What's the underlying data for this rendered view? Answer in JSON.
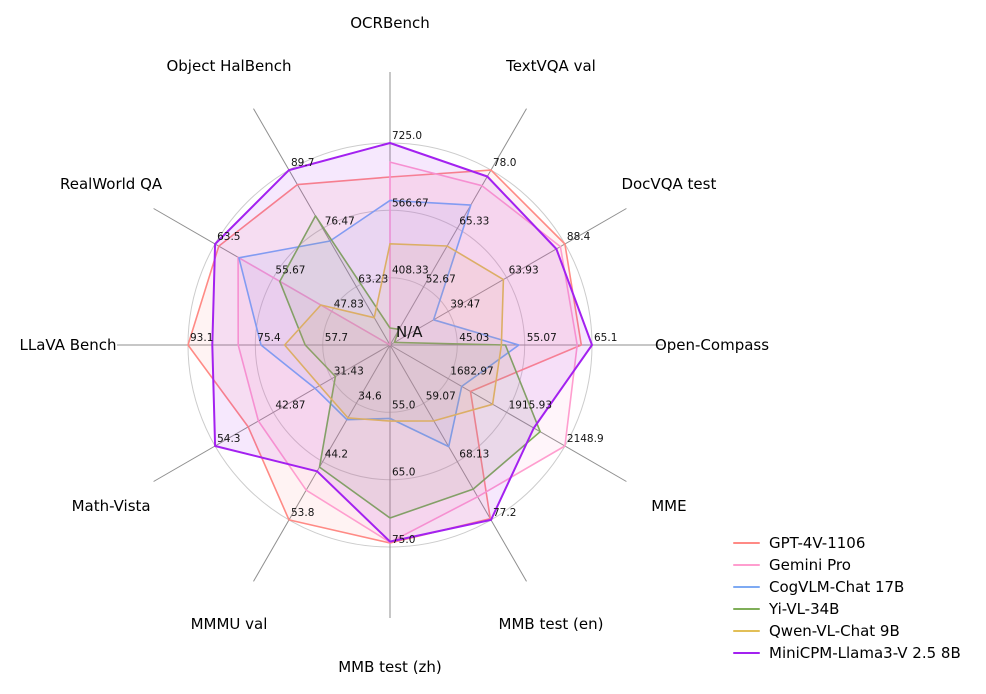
{
  "chart_data": {
    "type": "radar",
    "title": "",
    "center_label": "N/A",
    "grid": true,
    "rings": 3,
    "legend_position": "lower right",
    "style": {
      "background": "#ffffff",
      "ring_color": "#cccccc",
      "spoke_color": "#8f8f8f",
      "fill_opacity": 0.1
    },
    "axes": [
      {
        "label": "OCRBench",
        "min": 250,
        "max": 725,
        "ticks": [
          "408.33",
          "566.67",
          "725.0"
        ]
      },
      {
        "label": "TextVQA val",
        "min": 40,
        "max": 78,
        "ticks": [
          "52.67",
          "65.33",
          "78.0"
        ]
      },
      {
        "label": "DocVQA test",
        "min": 15,
        "max": 88.4,
        "ticks": [
          "39.47",
          "63.93",
          "88.4"
        ]
      },
      {
        "label": "Open-Compass",
        "min": 35,
        "max": 65.1,
        "ticks": [
          "45.03",
          "55.07",
          "65.1"
        ]
      },
      {
        "label": "MME",
        "min": 1450,
        "max": 2148.9,
        "ticks": [
          "1682.97",
          "1915.93",
          "2148.9"
        ]
      },
      {
        "label": "MMB test (en)",
        "min": 50,
        "max": 77.2,
        "ticks": [
          "59.07",
          "68.13",
          "77.2"
        ]
      },
      {
        "label": "MMB test (zh)",
        "min": 45,
        "max": 75,
        "ticks": [
          "55.0",
          "65.0",
          "75.0"
        ]
      },
      {
        "label": "MMMU val",
        "min": 25,
        "max": 53.8,
        "ticks": [
          "34.6",
          "44.2",
          "53.8"
        ]
      },
      {
        "label": "Math-Vista",
        "min": 20,
        "max": 54.3,
        "ticks": [
          "31.43",
          "42.87",
          "54.3"
        ]
      },
      {
        "label": "LLaVA Bench",
        "min": 40,
        "max": 93.1,
        "ticks": [
          "57.7",
          "75.4",
          "93.1"
        ]
      },
      {
        "label": "RealWorld QA",
        "min": 40,
        "max": 63.5,
        "ticks": [
          "47.83",
          "55.67",
          "63.5"
        ]
      },
      {
        "label": "Object HalBench",
        "min": 50,
        "max": 89.7,
        "ticks": [
          "63.23",
          "76.47",
          "89.7"
        ]
      }
    ],
    "series": [
      {
        "name": "GPT-4V-1106",
        "color": "#ff8a85",
        "linewidth": 1.6,
        "values": [
          645,
          78.0,
          88.4,
          63.5,
          1771.5,
          77.0,
          74.4,
          53.8,
          47.8,
          93.1,
          63.0,
          86.4
        ]
      },
      {
        "name": "Gemini Pro",
        "color": "#ff9ecf",
        "linewidth": 1.6,
        "values": [
          680,
          74.6,
          86.5,
          62.9,
          2148.9,
          73.6,
          74.3,
          48.9,
          45.8,
          79.9,
          60.4,
          null
        ]
      },
      {
        "name": "CogVLM-Chat 17B",
        "color": "#7eaaf3",
        "linewidth": 1.6,
        "values": [
          590,
          70.4,
          33.3,
          54.2,
          1736.6,
          65.8,
          55.9,
          37.3,
          34.7,
          73.9,
          60.3,
          73.6
        ]
      },
      {
        "name": "Yi-VL-34B",
        "color": "#7fae58",
        "linewidth": 1.6,
        "values": [
          290,
          43.4,
          16.9,
          52.2,
          2050.2,
          72.4,
          70.7,
          45.1,
          30.7,
          62.3,
          54.8,
          79.3
        ]
      },
      {
        "name": "Qwen-VL-Chat 9B",
        "color": "#e2bf57",
        "linewidth": 1.6,
        "values": [
          488,
          61.5,
          62.6,
          51.6,
          1860.0,
          61.8,
          56.3,
          37.0,
          33.8,
          67.7,
          49.3,
          56.2
        ]
      },
      {
        "name": "MiniCPM-Llama3-V 2.5 8B",
        "color": "#a321f0",
        "linewidth": 2.0,
        "values": [
          725,
          76.6,
          84.8,
          65.1,
          2024.6,
          77.2,
          74.2,
          45.8,
          54.3,
          86.7,
          63.5,
          89.7
        ]
      }
    ]
  }
}
